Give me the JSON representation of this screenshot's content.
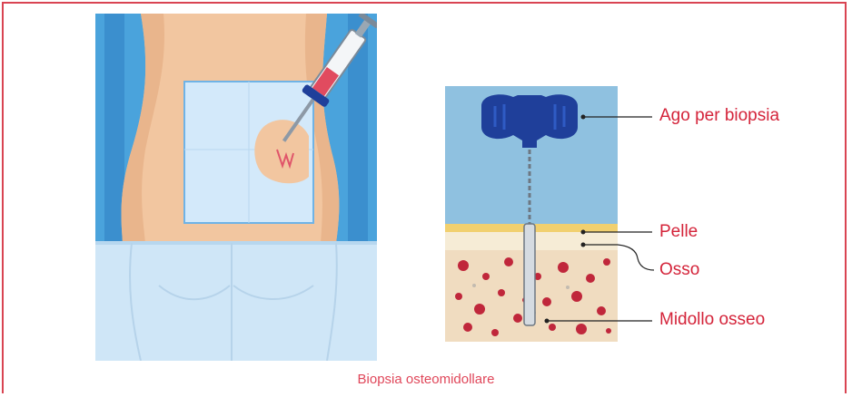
{
  "labels": {
    "needle": "Ago per biopsia",
    "skin": "Pelle",
    "bone": "Osso",
    "marrow": "Midollo osseo"
  },
  "caption": "Biopsia osteomidollare",
  "colors": {
    "accent": "#d4243a",
    "frame": "#d94452",
    "drape": "#4aa3dc",
    "sky": "#8fc1e0",
    "skin_tone": "#f2c6a0",
    "bone": "#f0dcc0",
    "marrow": "#c0273b",
    "needle_handle": "#1f3f9a"
  }
}
